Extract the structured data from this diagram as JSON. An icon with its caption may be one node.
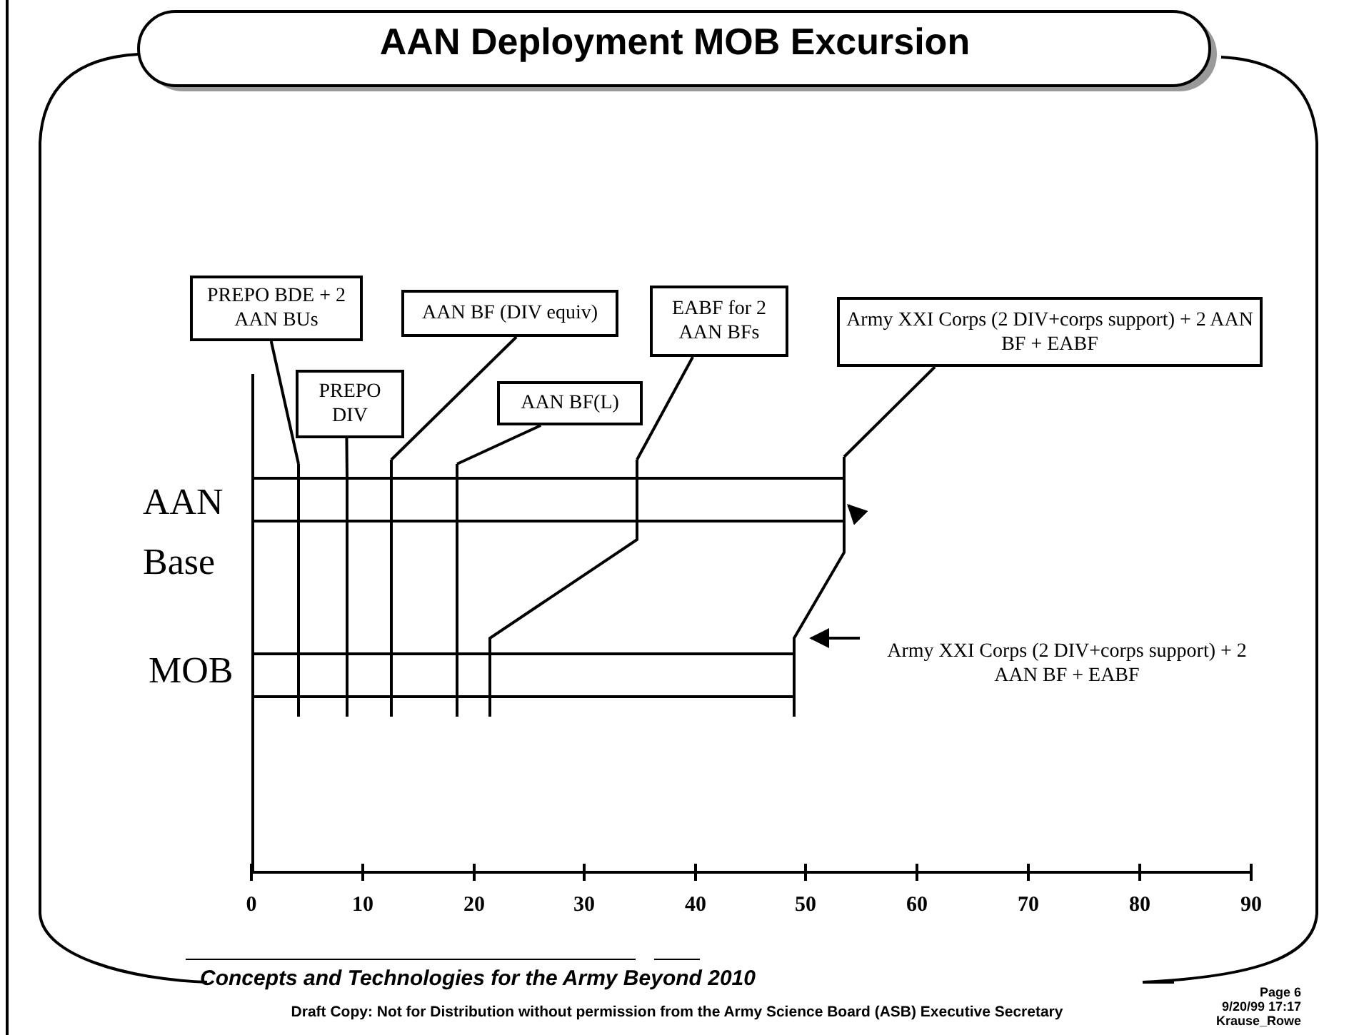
{
  "diagram": {
    "title": "AAN Deployment MOB Excursion",
    "nodes": [
      {
        "text": [
          "PREPO BDE + 2 AAN BUs"
        ]
      },
      {
        "text": [
          "PREPO DIV"
        ]
      },
      {
        "text": [
          "AAN BF (DIV equiv)"
        ]
      },
      {
        "text": [
          "AAN BF(L)"
        ]
      },
      {
        "text": [
          "EABF for 2 AAN BFs"
        ]
      },
      {
        "text": [
          "Army XXI Corps (2 DIV+corps support) + 2 AAN BF + EABF"
        ]
      },
      {
        "text": [
          "Army XXI Corps (2 DIV+corps support) + 2 AAN BF + EABF"
        ]
      }
    ],
    "edges": [
      {
        "from": 0,
        "to": null,
        "arrow": "none"
      },
      {
        "from": 1,
        "to": null,
        "arrow": "none"
      },
      {
        "from": 2,
        "to": null,
        "arrow": "none"
      },
      {
        "from": 3,
        "to": null,
        "arrow": "none"
      },
      {
        "from": 4,
        "to": null,
        "arrow": "none"
      },
      {
        "from": 5,
        "to": null,
        "arrow": "none"
      },
      {
        "from": 6,
        "to": null,
        "arrow": "to"
      }
    ],
    "labels": [
      "AAN Base",
      "MOB",
      "0",
      "10",
      "20",
      "30",
      "40",
      "50",
      "60",
      "70",
      "80",
      "90",
      "Concepts and Technologies for the Army Beyond 2010",
      "Page 6",
      "9/20/99 17:17",
      "Krause_Rowe",
      "Draft Copy:  Not for Distribution without permission from the Army Science Board (ASB) Executive Secretary"
    ]
  }
}
